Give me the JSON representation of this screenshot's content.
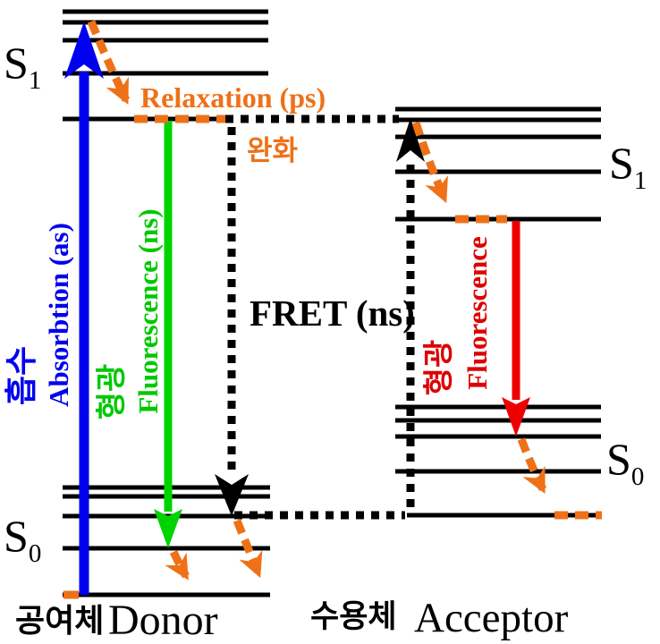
{
  "colors": {
    "absorption_blue": "#0000EE",
    "fluorescence_green": "#00D400",
    "fluorescence_red": "#EE0000",
    "relaxation_orange": "#EE7118",
    "levels_black": "#000000",
    "background": "#FFFFFF"
  },
  "donor": {
    "name_ko": "공여체",
    "name_en": "Donor",
    "s1": {
      "base": "S",
      "sub": "1"
    },
    "s0": {
      "base": "S",
      "sub": "0"
    },
    "absorption_ko": "흡수",
    "absorption_en": "Absorbtion (as)",
    "fluorescence_ko": "형광",
    "fluorescence_en": "Fluorescence (ns)"
  },
  "acceptor": {
    "name_ko": "수용체",
    "name_en": "Acceptor",
    "s1": {
      "base": "S",
      "sub": "1"
    },
    "s0": {
      "base": "S",
      "sub": "0"
    },
    "fluorescence_ko": "형광",
    "fluorescence_en": "Fluorescence"
  },
  "relaxation_en": "Relaxation (ps)",
  "relaxation_ko": "완화",
  "fret_label": "FRET (ns)"
}
